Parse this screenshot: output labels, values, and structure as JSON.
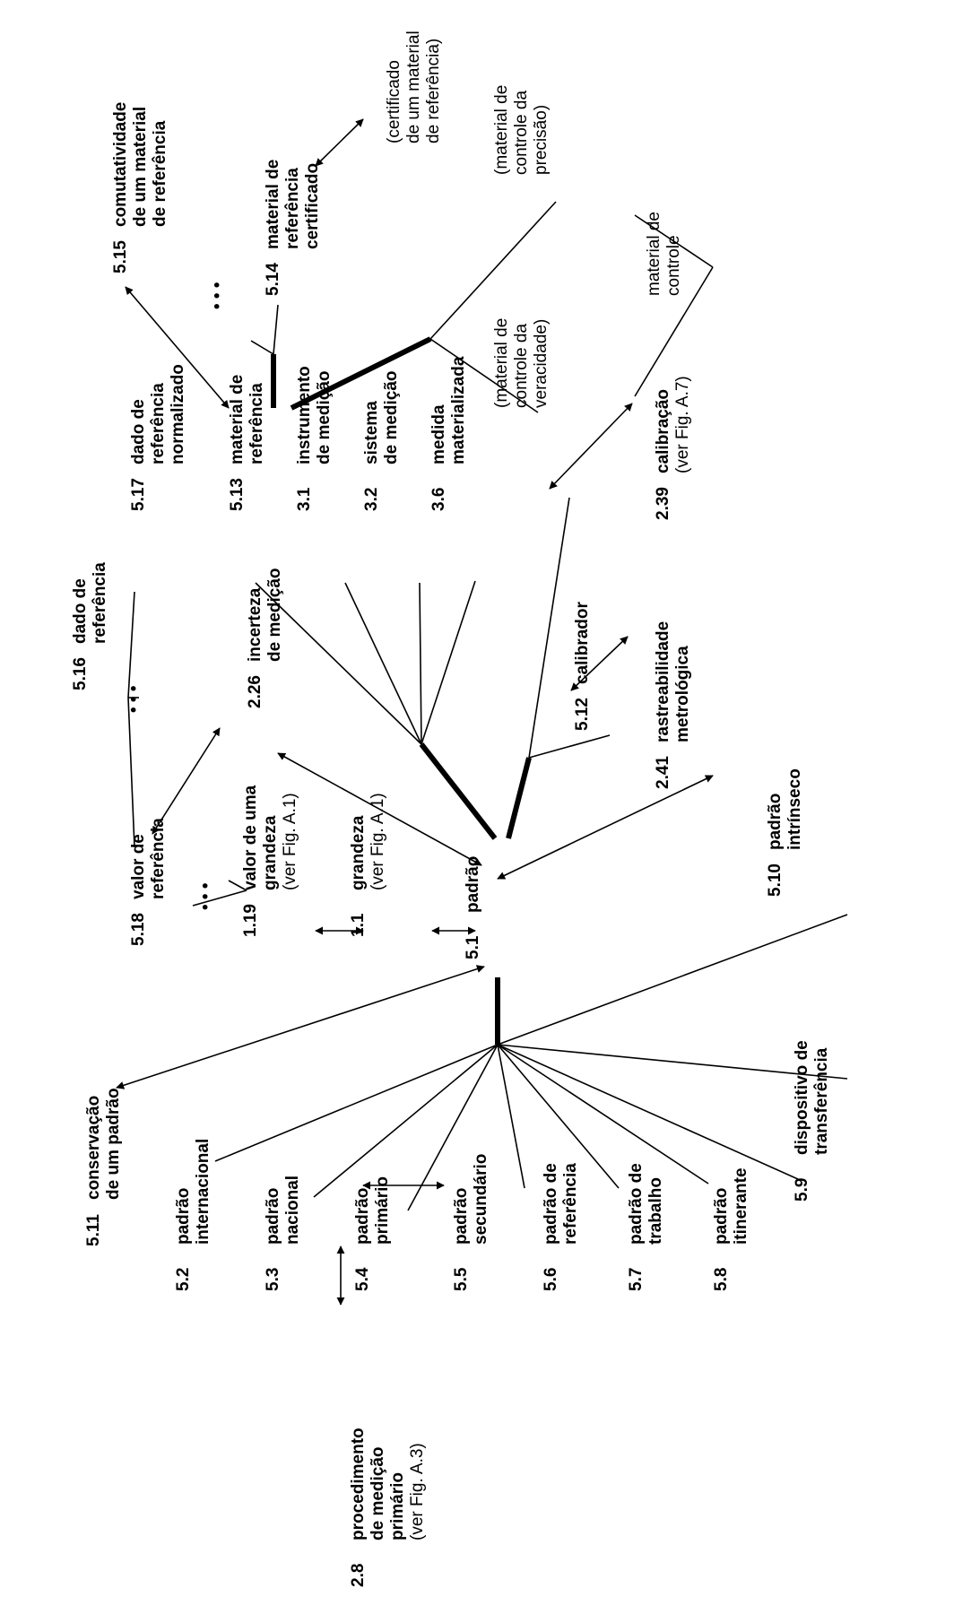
{
  "nodes": {
    "padrao": {
      "num": "5.1",
      "label": "padrão"
    },
    "padrao_int": {
      "num": "5.2",
      "lines": [
        "padrão",
        "internacional"
      ]
    },
    "padrao_nac": {
      "num": "5.3",
      "lines": [
        "padrão",
        "nacional"
      ]
    },
    "padrao_prim": {
      "num": "5.4",
      "lines": [
        "padrão",
        "primário"
      ]
    },
    "padrao_sec": {
      "num": "5.5",
      "lines": [
        "padrão",
        "secundário"
      ]
    },
    "padrao_ref": {
      "num": "5.6",
      "lines": [
        "padrão de",
        "referência"
      ]
    },
    "padrao_trab": {
      "num": "5.7",
      "lines": [
        "padrão de",
        "trabalho"
      ]
    },
    "padrao_itin": {
      "num": "5.8",
      "lines": [
        "padrão",
        "itinerante"
      ]
    },
    "disp_transf": {
      "num": "5.9",
      "lines": [
        "dispositivo de",
        "transferência"
      ]
    },
    "padrao_intr": {
      "num": "5.10",
      "lines": [
        "padrão",
        "intrínseco"
      ]
    },
    "conservacao": {
      "num": "5.11",
      "lines": [
        "conservação",
        "de um padrão"
      ]
    },
    "calibrador": {
      "num": "5.12",
      "label": "calibrador"
    },
    "mat_ref": {
      "num": "5.13",
      "lines": [
        "material de",
        "referência"
      ]
    },
    "mat_ref_cert": {
      "num": "5.14",
      "lines": [
        "material de",
        "referência",
        "certificado"
      ]
    },
    "comutatividade": {
      "num": "5.15",
      "lines": [
        "comutatividade",
        "de um material",
        "de referência"
      ]
    },
    "dado_ref": {
      "num": "5.16",
      "lines": [
        "dado de",
        "referência"
      ]
    },
    "dado_ref_norm": {
      "num": "5.17",
      "lines": [
        "dado de",
        "referência",
        "normalizado"
      ]
    },
    "valor_ref": {
      "num": "5.18",
      "lines": [
        "valor de",
        "referência"
      ]
    },
    "valor_grandeza": {
      "num": "1.19",
      "lines": [
        "valor de uma",
        "grandeza"
      ],
      "note": "(ver Fig. A.1)"
    },
    "grandeza": {
      "num": "1.1",
      "label": "grandeza",
      "note": "(ver Fig. A.1)"
    },
    "incerteza": {
      "num": "2.26",
      "lines": [
        "incerteza",
        "de medição"
      ]
    },
    "rastreabilidade": {
      "num": "2.41",
      "lines": [
        "rastreabilidade",
        "metrológica"
      ]
    },
    "calibracao": {
      "num": "2.39",
      "label": "calibração",
      "note": "(ver Fig. A.7)"
    },
    "instrumento": {
      "num": "3.1",
      "lines": [
        "instrumento",
        "de medição"
      ]
    },
    "sistema": {
      "num": "3.2",
      "lines": [
        "sistema",
        "de medição"
      ]
    },
    "medida": {
      "num": "3.6",
      "lines": [
        "medida",
        "materializada"
      ]
    },
    "proc_prim": {
      "num": "2.8",
      "lines": [
        "procedimento",
        "de medição",
        "primário"
      ],
      "note": "(ver Fig. A.3)"
    }
  },
  "notes": {
    "certificado": [
      "(certificado",
      "de um material",
      "de referência)"
    ],
    "ctrl_precisao": [
      "(material de",
      "controle da",
      "precisão)"
    ],
    "ctrl_veracidade": [
      "(material de",
      "controle da",
      "veracidade)"
    ],
    "material_controle": [
      "material de",
      "controle"
    ]
  },
  "ellipsis": "• • •"
}
